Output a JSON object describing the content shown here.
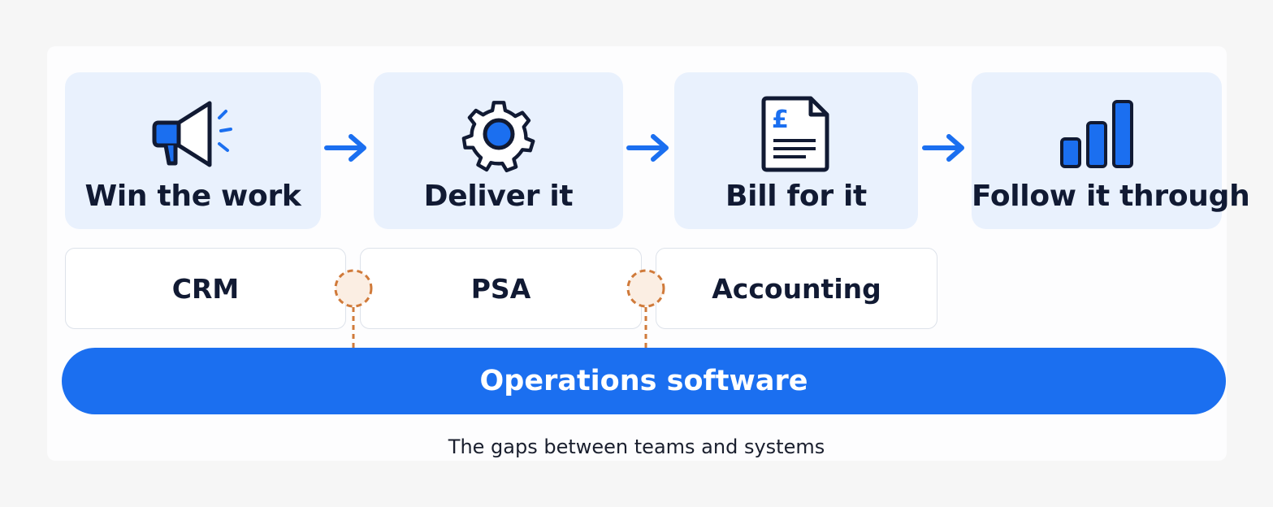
{
  "stages": [
    {
      "label": "Win the work",
      "icon": "megaphone-icon"
    },
    {
      "label": "Deliver it",
      "icon": "gear-icon"
    },
    {
      "label": "Bill for it",
      "icon": "pound-invoice-icon"
    },
    {
      "label": "Follow it through",
      "icon": "bar-chart-icon"
    }
  ],
  "systems": [
    "CRM",
    "PSA",
    "Accounting"
  ],
  "foundation": "Operations software",
  "caption": "The gaps between teams and systems",
  "colors": {
    "accent": "#1b6ff0",
    "stage_bg": "#e9f1fd",
    "gap": "#d07a3a",
    "gap_fill": "#fbeee3",
    "text": "#111a33"
  }
}
